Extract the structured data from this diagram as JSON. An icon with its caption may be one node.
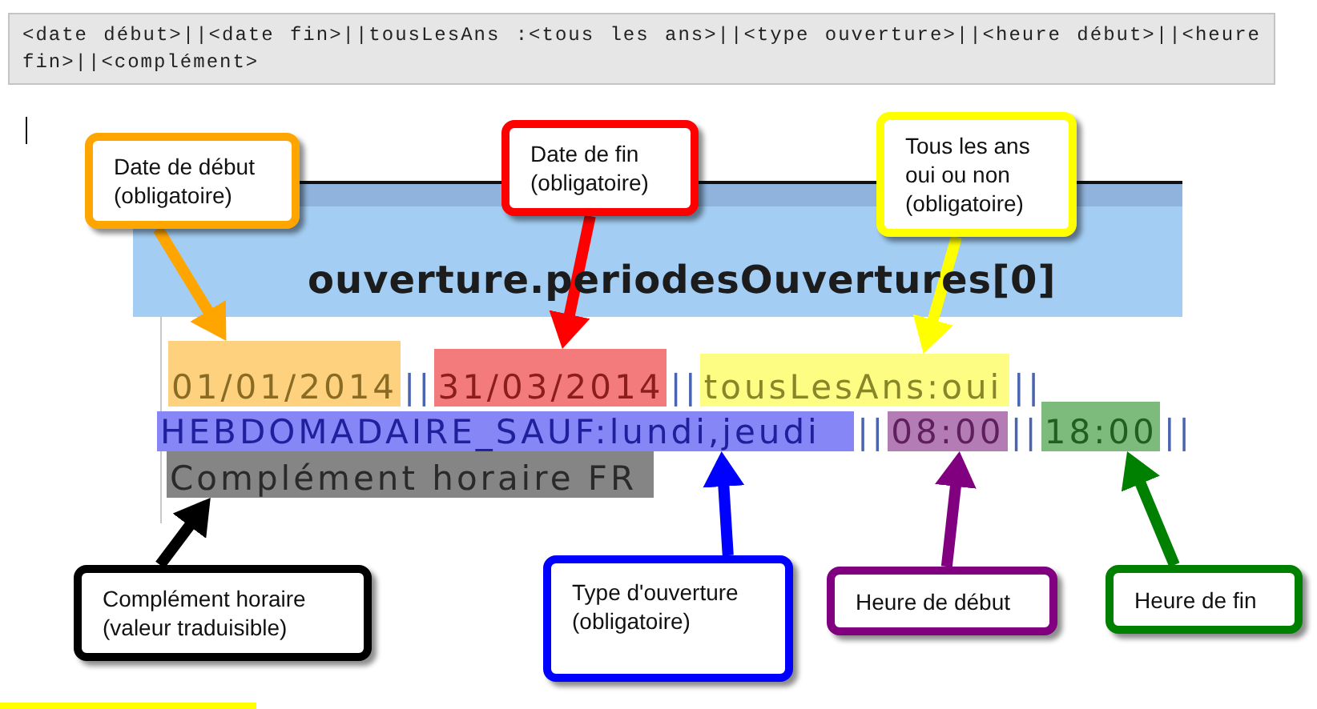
{
  "diagram": {
    "nodes": [
      {
        "text": [
          "<date début>||<date fin>||tousLesAns :<tous les ans>||<type ouverture>||<heure début>||<heure fin>||<complément>"
        ]
      },
      {
        "text": [
          "Date de début (obligatoire)"
        ]
      },
      {
        "text": [
          "Date de fin (obligatoire)"
        ]
      },
      {
        "text": [
          "Tous les ans oui ou non (obligatoire)"
        ]
      },
      {
        "text": [
          "ouverture.periodesOuvertures[0]"
        ]
      },
      {
        "text": [
          "01/01/2014"
        ],
        "in": 4
      },
      {
        "text": [
          "31/03/2014"
        ],
        "in": 4
      },
      {
        "text": [
          "tousLesAns:oui"
        ],
        "in": 4
      },
      {
        "text": [
          "HEBDOMADAIRE_SAUF:lundi,jeudi"
        ],
        "in": 4
      },
      {
        "text": [
          "08:00"
        ],
        "in": 4
      },
      {
        "text": [
          "18:00"
        ],
        "in": 4
      },
      {
        "text": [
          "Complément horaire FR"
        ],
        "in": 4
      },
      {
        "text": [
          "Complément horaire (valeur traduisible)"
        ]
      },
      {
        "text": [
          "Type d'ouverture (obligatoire)"
        ]
      },
      {
        "text": [
          "Heure de début"
        ]
      },
      {
        "text": [
          "Heure de fin"
        ]
      }
    ],
    "edges": [
      {
        "from": 1,
        "to": 5,
        "arrow": "to",
        "color": "#ffa500"
      },
      {
        "from": 2,
        "to": 6,
        "arrow": "to",
        "color": "#ff0000"
      },
      {
        "from": 3,
        "to": 7,
        "arrow": "to",
        "color": "#ffff00"
      },
      {
        "from": 12,
        "to": 11,
        "arrow": "to",
        "color": "#000000"
      },
      {
        "from": 13,
        "to": 8,
        "arrow": "to",
        "color": "#0000ff"
      },
      {
        "from": 14,
        "to": 9,
        "arrow": "to",
        "color": "#800080"
      },
      {
        "from": 15,
        "to": 10,
        "arrow": "to",
        "color": "#008000"
      }
    ],
    "labels": [
      "||",
      "||",
      "||",
      "||",
      "||",
      "||"
    ]
  }
}
